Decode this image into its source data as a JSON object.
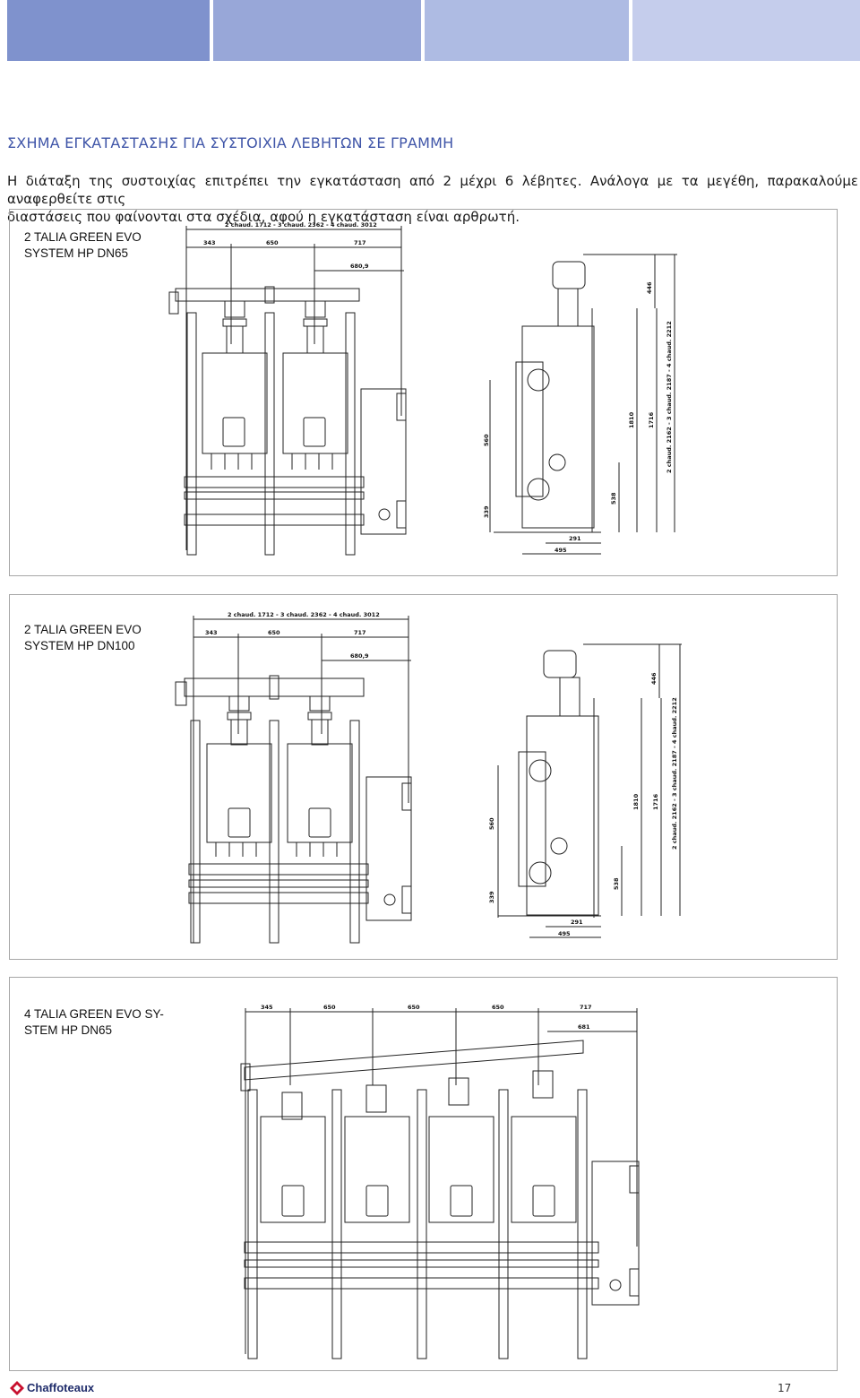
{
  "header": {
    "bands": [
      "#7f92cd",
      "#98a7d8",
      "#aebbe3",
      "#c5cdec"
    ]
  },
  "title": "ΣΧΗΜΑ ΕΓΚΑΤΑΣΤΑΣΗΣ ΓΙΑ ΣΥΣΤΟΙΧΙΑ ΛΕΒΗΤΩΝ ΣΕ ΓΡΑΜΜΗ",
  "intro": {
    "line1": "Η διάταξη της συστοιχίας επιτρέπει την εγκατάσταση από 2 μέχρι 6 λέβητες. Ανάλογα με τα μεγέθη, παρακαλούμε αναφερθείτε στις",
    "line2": "διαστάσεις που φαίνονται στα σχέδια, αφού η εγκατάσταση είναι αρθρωτή."
  },
  "panels": [
    {
      "label_line1": "2 TALIA GREEN EVO",
      "label_line2": "SYSTEM HP DN65",
      "dims": {
        "total": "2 chaud. 1712 - 3 chaud. 2362 - 4 chaud. 3012",
        "d1": "343",
        "d2": "650",
        "d3": "717",
        "d4": "680,9",
        "h_top": "446",
        "h_total": "2 chaud. 2162 - 3 chaud. 2187 - 4 chaud. 2212",
        "h1": "1810",
        "h2": "1716",
        "h3": "538",
        "h4": "560",
        "h5": "339",
        "w1": "291",
        "w2": "495"
      }
    },
    {
      "label_line1": "2 TALIA GREEN EVO",
      "label_line2": "SYSTEM HP DN100",
      "dims": {
        "total": "2 chaud. 1712 - 3 chaud. 2362 - 4 chaud. 3012",
        "d1": "343",
        "d2": "650",
        "d3": "717",
        "d4": "680,9",
        "h_top": "446",
        "h_total": "2 chaud. 2162 - 3 chaud. 2187 - 4 chaud. 2212",
        "h1": "1810",
        "h2": "1716",
        "h3": "538",
        "h4": "560",
        "h5": "339",
        "w1": "291",
        "w2": "495"
      }
    },
    {
      "label_line1": "4 TALIA GREEN EVO SY-",
      "label_line2": "STEM HP DN65",
      "dims": {
        "d1": "345",
        "d2": "650",
        "d3": "650",
        "d4": "650",
        "d5": "717",
        "d6": "681"
      }
    }
  ],
  "footer": {
    "brand": "Chaffoteaux",
    "page": "17",
    "logo_color": "#c8102e"
  }
}
